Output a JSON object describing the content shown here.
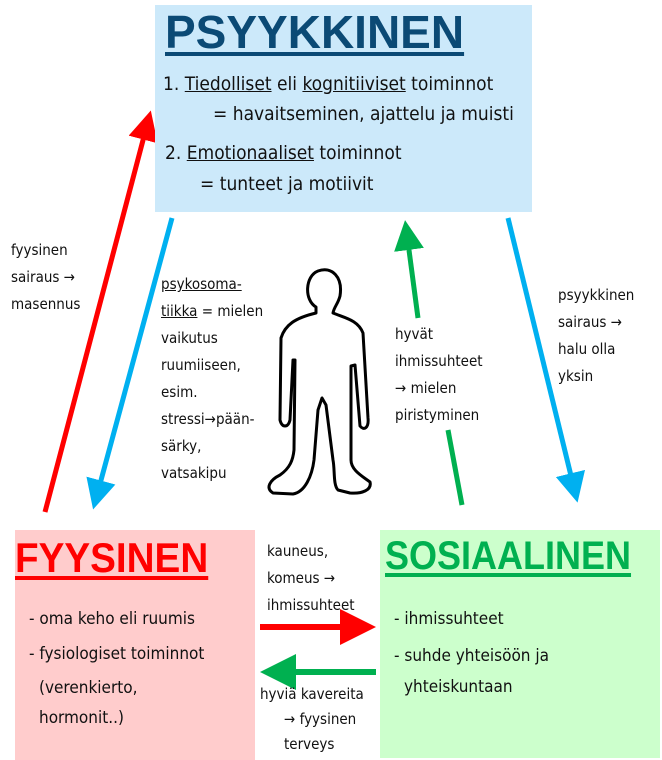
{
  "psyykkinen": {
    "title": "PSYYKKINEN",
    "item1_num": "1.",
    "item1_a": "Tiedolliset",
    "item1_b": " eli ",
    "item1_c": "kognitiiviset",
    "item1_d": " toiminnot",
    "item1_desc": "= havaitseminen, ajattelu ja muisti",
    "item2_num": "2.",
    "item2_a": "Emotionaaliset",
    "item2_b": " toiminnot",
    "item2_desc": "= tunteet ja motiivit"
  },
  "fyysinen": {
    "title": "FYYSINEN",
    "items": [
      "- oma keho eli ruumis",
      "- fysiologiset toiminnot",
      "(verenkierto,",
      "hormonit..)"
    ]
  },
  "sosiaalinen": {
    "title": "SOSIAALINEN",
    "items": [
      "- ihmissuhteet",
      "- suhde yhteisöön ja",
      "yhteiskuntaan"
    ]
  },
  "notes": {
    "fyys_psy": [
      "fyysinen",
      "sairaus →",
      "masennus"
    ],
    "psykosomatiikka": {
      "term1": "psykosoma-",
      "term2": "tiikka",
      "rest": " = mielen",
      "lines": [
        "vaikutus",
        "ruumiiseen,",
        "esim.",
        "stressi→pään-",
        "särky,",
        "vatsakipu"
      ]
    },
    "sos_psy": [
      "hyvät",
      "ihmissuhteet",
      "→ mielen",
      "piristyminen"
    ],
    "psy_sos": [
      "psyykkinen",
      "sairaus →",
      "halu olla",
      "yksin"
    ],
    "fyy_sos": [
      "kauneus,",
      "komeus →",
      "ihmissuhteet"
    ],
    "sos_fyy": [
      "hyviä kavereita",
      "→ fyysinen",
      "terveys"
    ]
  },
  "colors": {
    "red": "#ff0000",
    "blue": "#00b0f0",
    "green": "#00b050"
  }
}
